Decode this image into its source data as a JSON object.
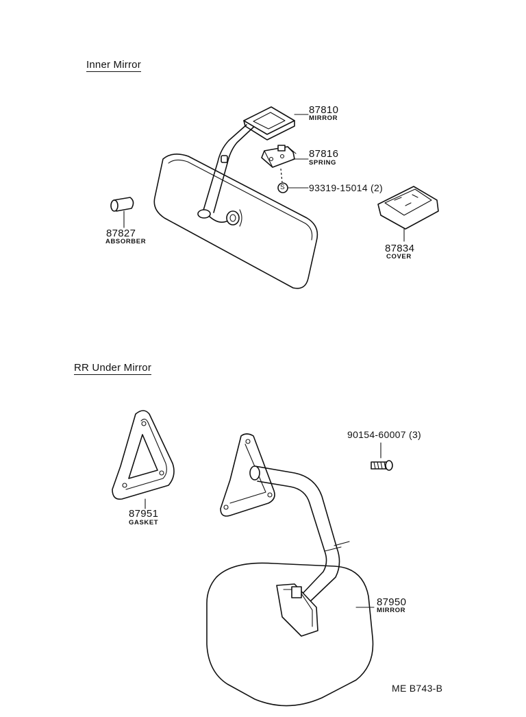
{
  "sections": {
    "inner": "Inner Mirror",
    "rr_under": "RR Under Mirror"
  },
  "parts": {
    "p87810": {
      "number": "87810",
      "name": "MIRROR"
    },
    "p87816": {
      "number": "87816",
      "name": "SPRING"
    },
    "p93319": {
      "number": "93319-15014 (2)",
      "symbol": "S"
    },
    "p87827": {
      "number": "87827",
      "name": "ABSORBER"
    },
    "p87834": {
      "number": "87834",
      "name": "COVER"
    },
    "p90154": {
      "number": "90154-60007 (3)"
    },
    "p87951": {
      "number": "87951",
      "name": "GASKET"
    },
    "p87950": {
      "number": "87950",
      "name": "MIRROR"
    }
  },
  "reference": "ME B743-B"
}
